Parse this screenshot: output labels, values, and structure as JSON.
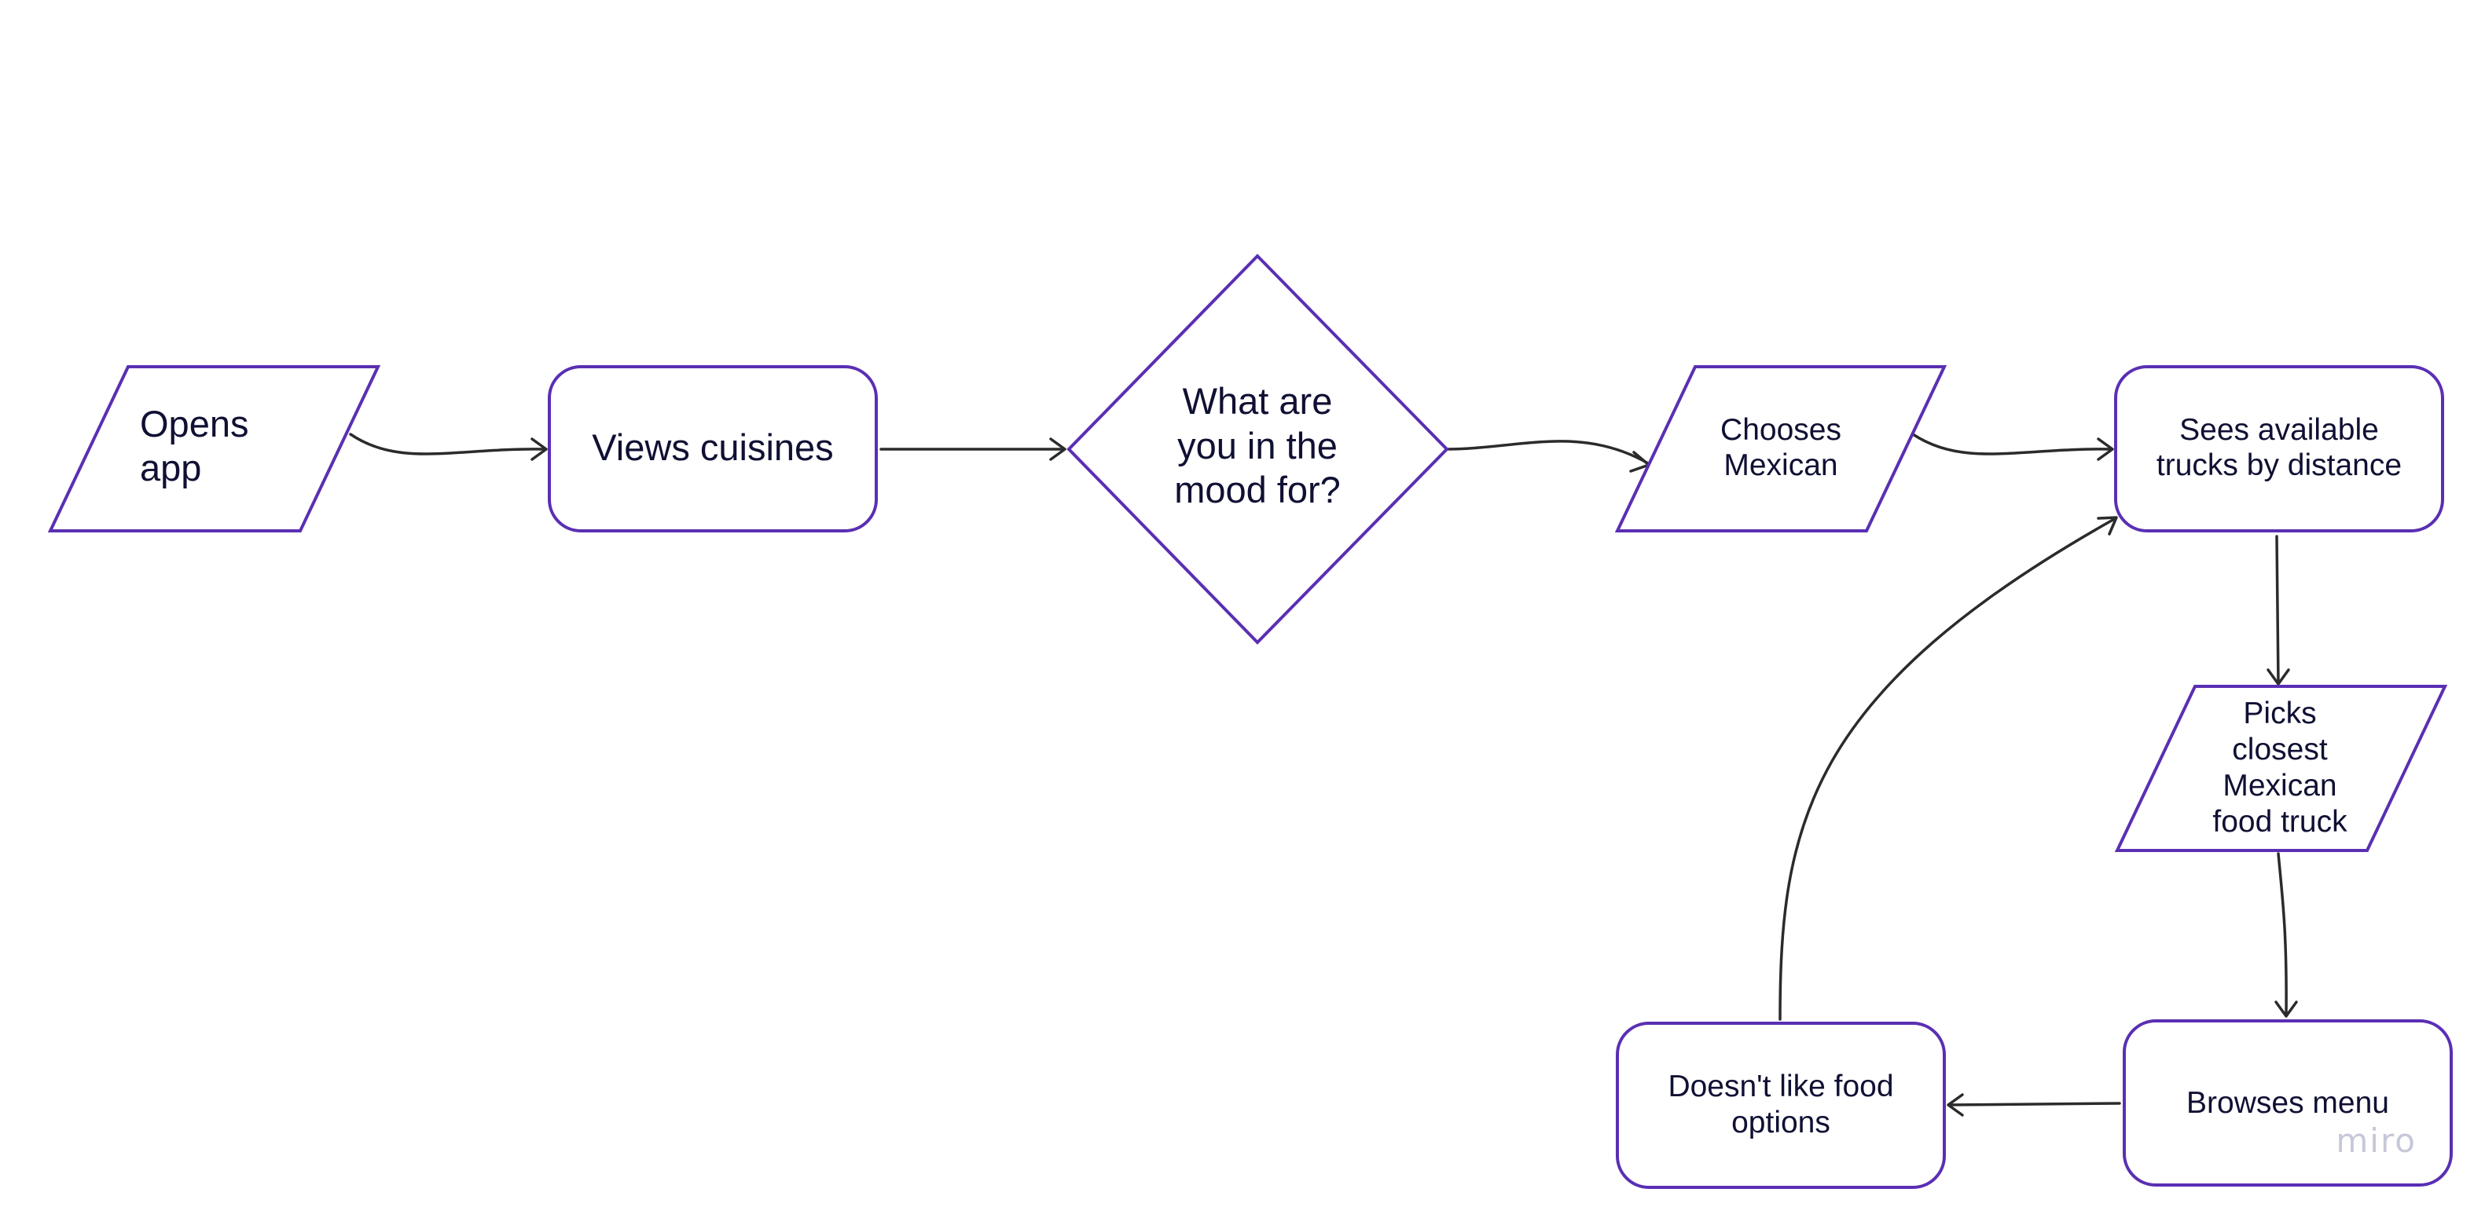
{
  "diagram": {
    "nodes": [
      {
        "id": "opens-app",
        "shape": "parallelogram",
        "lines": [
          "Opens",
          "app"
        ]
      },
      {
        "id": "views-cuisines",
        "shape": "rounded-rect",
        "lines": [
          "Views cuisines"
        ]
      },
      {
        "id": "mood-decision",
        "shape": "diamond",
        "lines": [
          "What are",
          "you in the",
          "mood for?"
        ]
      },
      {
        "id": "chooses-mexican",
        "shape": "parallelogram",
        "lines": [
          "Chooses",
          "Mexican"
        ]
      },
      {
        "id": "sees-trucks",
        "shape": "rounded-rect",
        "lines": [
          "Sees available",
          "trucks by distance"
        ]
      },
      {
        "id": "picks-closest",
        "shape": "parallelogram",
        "lines": [
          "Picks",
          "closest",
          "Mexican",
          "food truck"
        ]
      },
      {
        "id": "browses-menu",
        "shape": "rounded-rect",
        "lines": [
          "Browses menu"
        ]
      },
      {
        "id": "doesnt-like",
        "shape": "rounded-rect",
        "lines": [
          "Doesn't like food",
          "options"
        ]
      }
    ],
    "edges": [
      {
        "from": "opens-app",
        "to": "views-cuisines"
      },
      {
        "from": "views-cuisines",
        "to": "mood-decision"
      },
      {
        "from": "mood-decision",
        "to": "chooses-mexican"
      },
      {
        "from": "chooses-mexican",
        "to": "sees-trucks"
      },
      {
        "from": "sees-trucks",
        "to": "picks-closest"
      },
      {
        "from": "picks-closest",
        "to": "browses-menu"
      },
      {
        "from": "browses-menu",
        "to": "doesnt-like"
      },
      {
        "from": "doesnt-like",
        "to": "sees-trucks"
      }
    ],
    "colors": {
      "shape_stroke": "#5a2fb3",
      "connector": "#2b2b2b",
      "text": "#0f1033",
      "watermark": "#c6c8d9"
    }
  },
  "watermark": {
    "text": "miro"
  }
}
